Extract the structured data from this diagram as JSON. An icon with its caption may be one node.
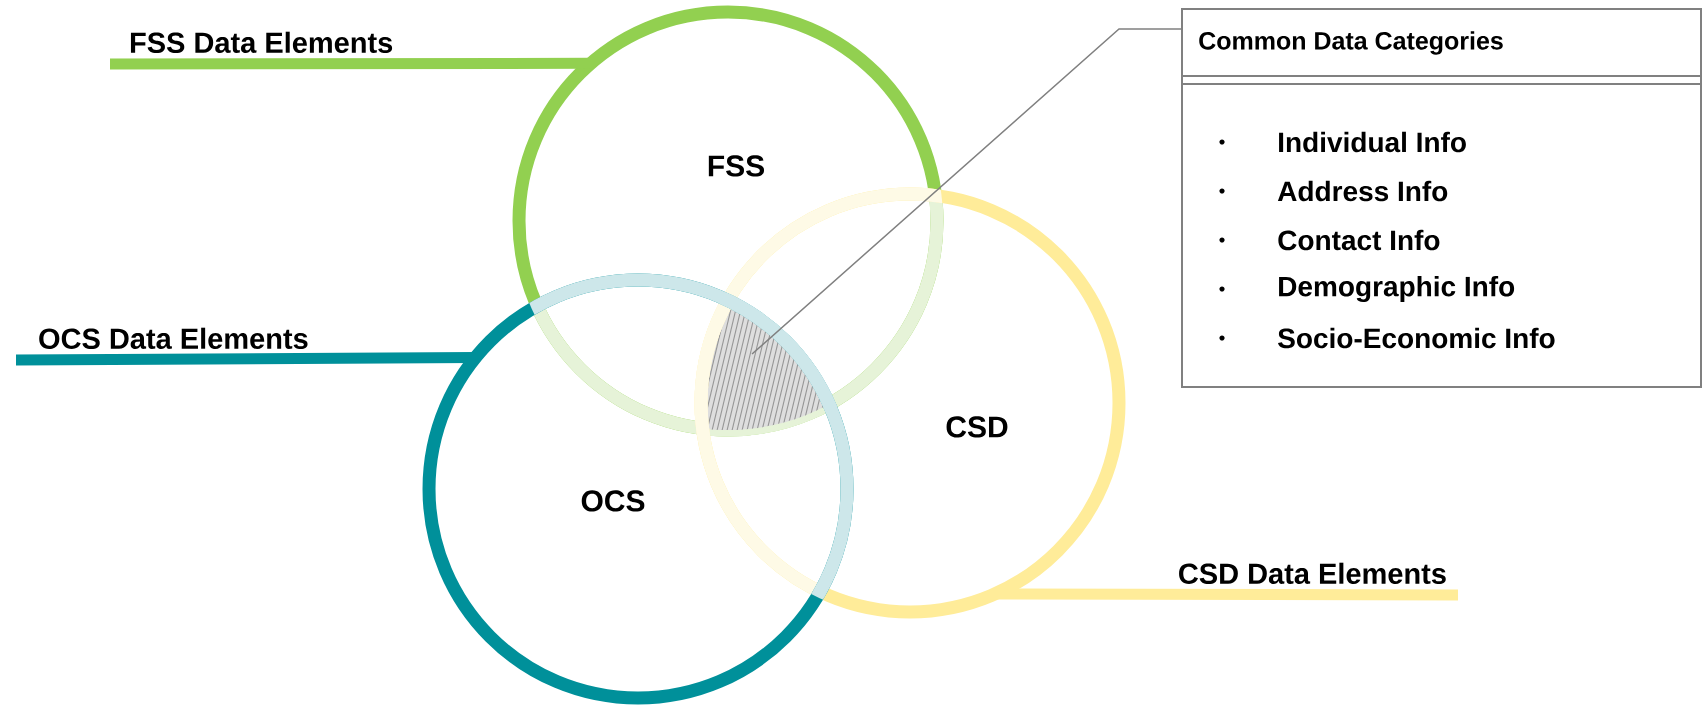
{
  "diagram": {
    "nodes": [
      {
        "text": [
          "FSS Data Elements"
        ]
      },
      {
        "text": [
          "FSS"
        ]
      },
      {
        "text": [
          "Common Data Categories",
          "Individual Info",
          "Address Info",
          "Contact Info",
          "Demographic Info",
          "Socio-Economic Info"
        ]
      },
      {
        "text": [
          "OCS Data Elements"
        ]
      },
      {
        "text": [],
        "shape": "triangle"
      },
      {
        "text": [
          "CSD"
        ]
      },
      {
        "text": [
          "OCS"
        ]
      },
      {
        "text": [
          "CSD Data Elements"
        ]
      }
    ],
    "edges": [
      {
        "from": 0,
        "to": 1,
        "arrow": "none",
        "color": "#92d050"
      },
      {
        "from": 3,
        "to": 6,
        "arrow": "none",
        "color": "#00909a"
      },
      {
        "from": 7,
        "to": 5,
        "arrow": "none",
        "color": "#ffec99"
      },
      {
        "from": 2,
        "to": 4,
        "arrow": "none",
        "color": "#808080"
      }
    ]
  }
}
